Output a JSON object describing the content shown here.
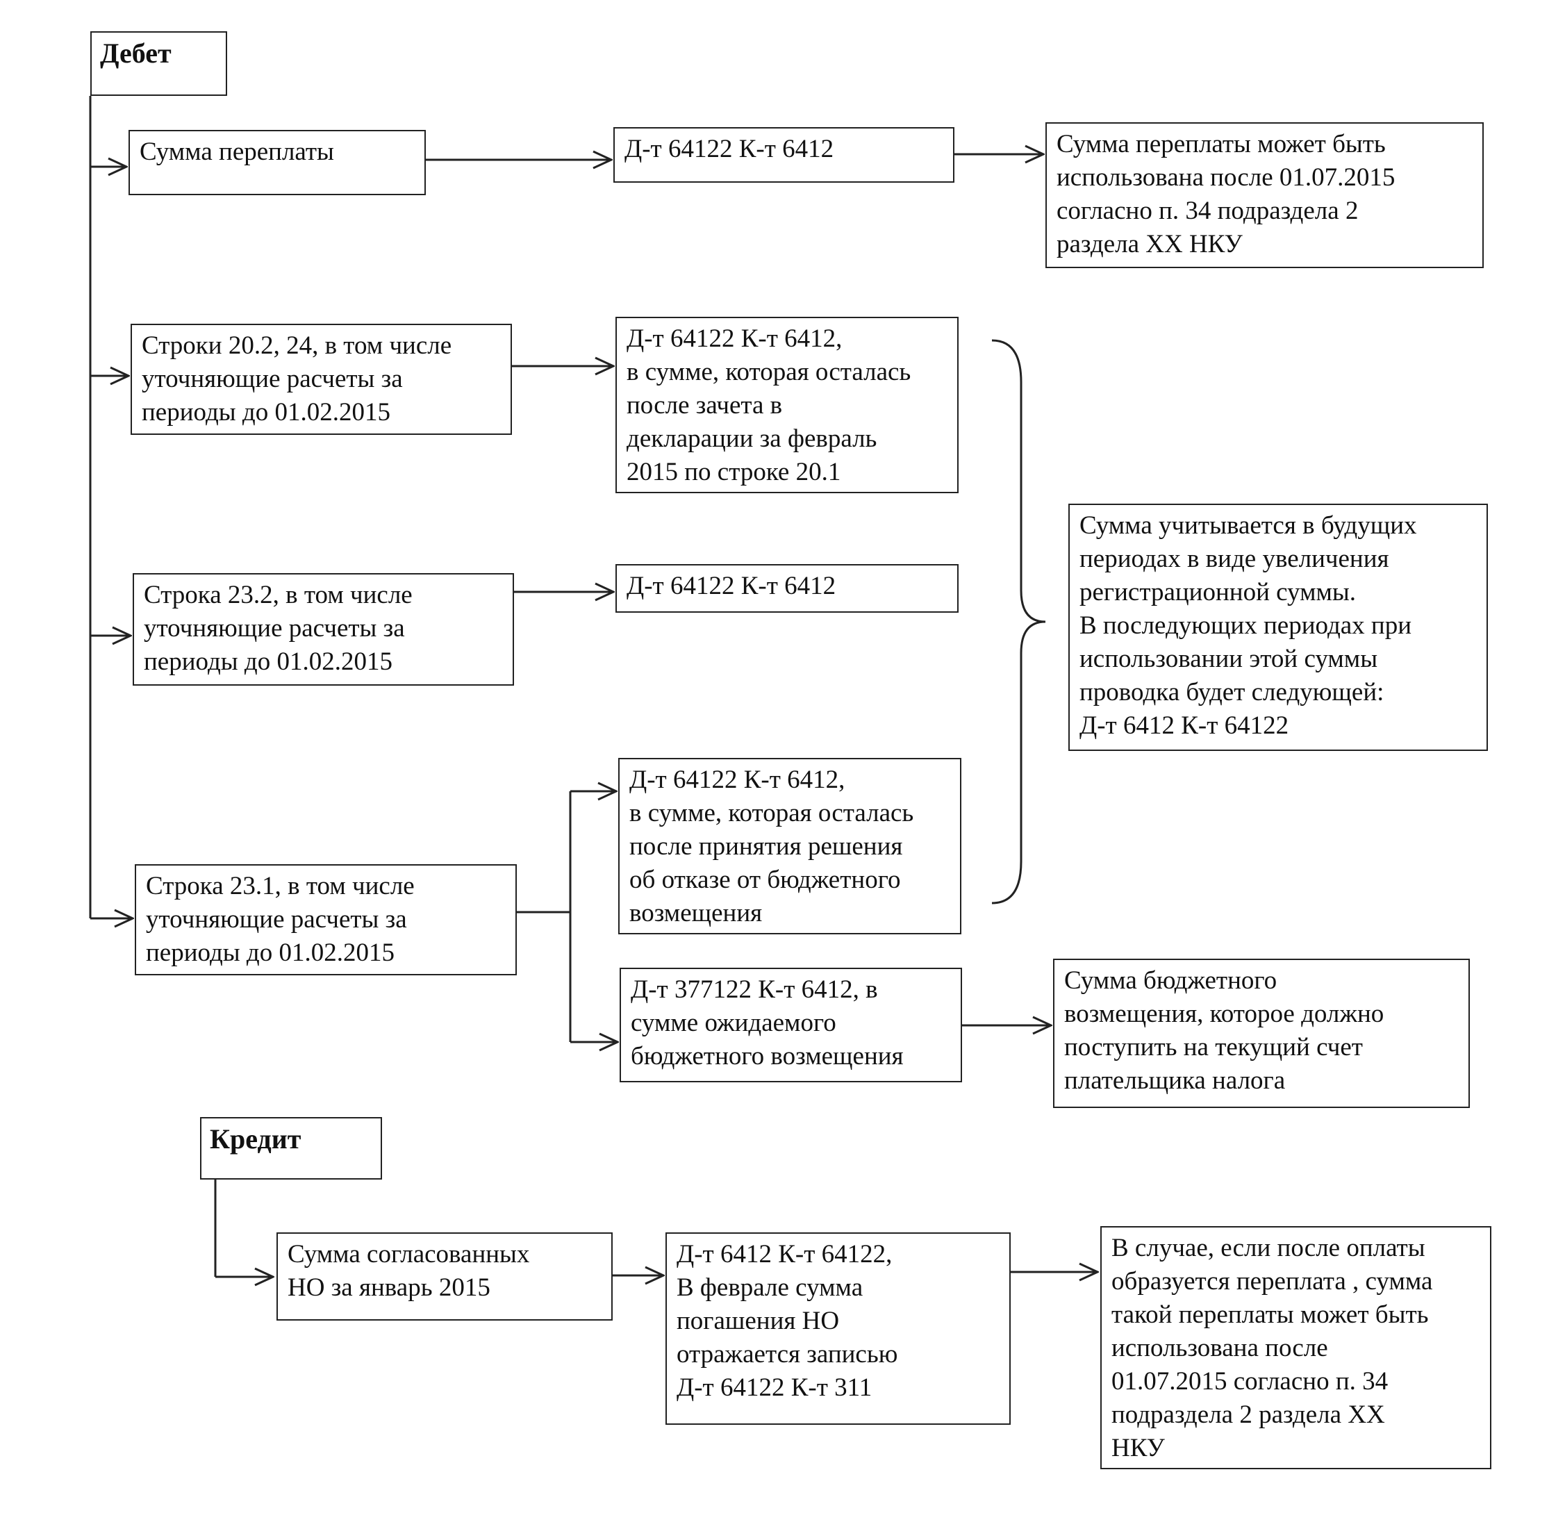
{
  "debit": {
    "header": "Дебет",
    "overpayment": {
      "label": "Сумма переплаты",
      "entry": "Д-т 64122 К-т 6412",
      "note": [
        "Сумма переплаты может быть",
        "использована после 01.07.2015",
        "согласно п. 34 подраздела 2",
        "раздела ХХ НКУ"
      ]
    },
    "rows_20_2": {
      "label": [
        "Строки 20.2, 24, в том числе",
        "уточняющие расчеты за",
        "периоды до 01.02.2015"
      ],
      "entry": [
        "Д-т 64122 К-т 6412,",
        "в сумме, которая осталась",
        "после зачета в",
        "декларации за февраль",
        "2015 по строке 20.1"
      ]
    },
    "row_23_2": {
      "label": [
        "Строка 23.2, в том числе",
        "уточняющие расчеты за",
        "периоды до 01.02.2015"
      ],
      "entry": "Д-т 64122 К-т 6412"
    },
    "row_23_1": {
      "label": [
        "Строка 23.1, в том числе",
        "уточняющие расчеты за",
        "периоды до 01.02.2015"
      ],
      "entry_a": [
        "Д-т 64122 К-т 6412,",
        "в сумме, которая осталась",
        "после принятия решения",
        "об отказе от бюджетного",
        "возмещения"
      ],
      "entry_b": [
        "Д-т 377122 К-т 6412, в",
        "сумме ожидаемого",
        "бюджетного возмещения"
      ],
      "note_b": [
        "Сумма бюджетного",
        "возмещения, которое должно",
        "поступить на текущий счет",
        "плательщика налога"
      ]
    },
    "future_note": [
      "Сумма учитывается в будущих",
      "периодах в виде увеличения",
      "регистрационной суммы.",
      "В последующих периодах при",
      "использовании этой суммы",
      "проводка будет следующей:",
      "Д-т 6412 К-т 64122"
    ]
  },
  "credit": {
    "header": "Кредит",
    "label": [
      "Сумма согласованных",
      "НО за январь 2015"
    ],
    "entry": [
      "Д-т 6412 К-т 64122,",
      "В феврале сумма",
      "погашения НО",
      "отражается записью",
      "Д-т 64122 К-т 311"
    ],
    "note": [
      "В случае, если после оплаты",
      "образуется переплата , сумма",
      "такой переплаты может быть",
      "использована после",
      "01.07.2015 согласно п. 34",
      "подраздела 2 раздела ХХ",
      "НКУ"
    ]
  }
}
